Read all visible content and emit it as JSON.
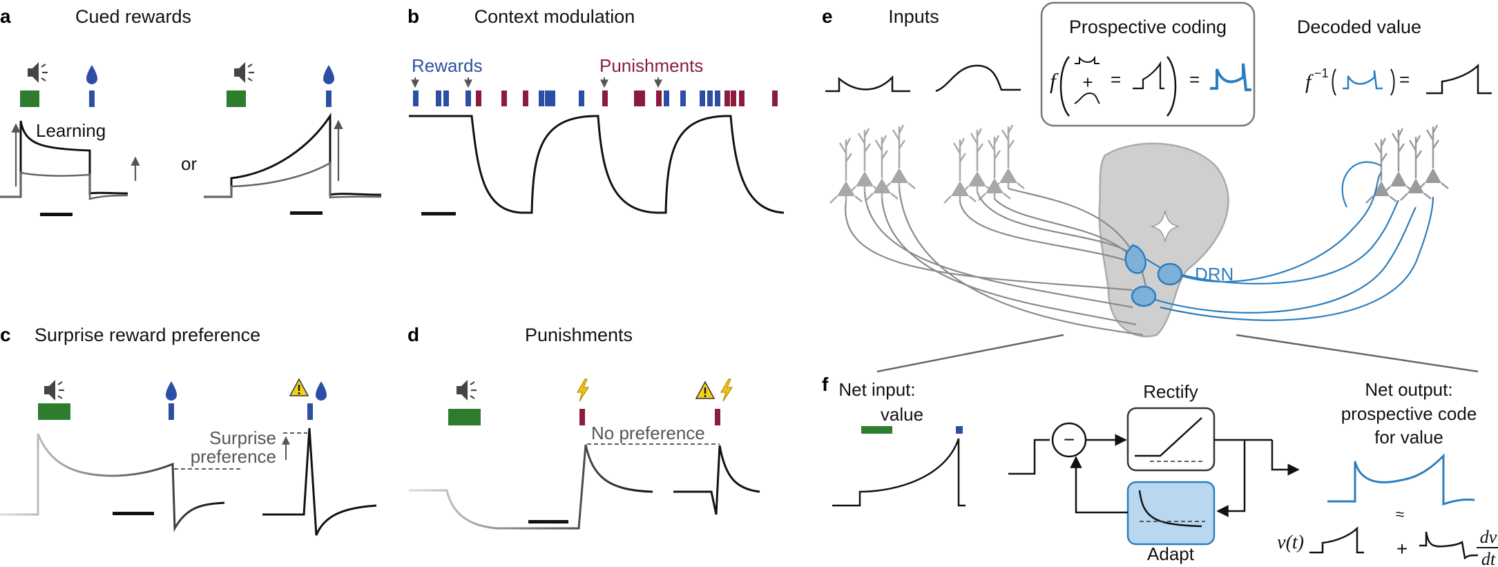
{
  "panels": {
    "a": {
      "letter": "a",
      "title": "Cued rewards",
      "learning": "Learning",
      "or": "or"
    },
    "b": {
      "letter": "b",
      "title": "Context modulation",
      "rewards": "Rewards",
      "punishments": "Punishments"
    },
    "c": {
      "letter": "c",
      "title": "Surprise reward preference",
      "surprise_1": "Surprise",
      "surprise_2": "preference"
    },
    "d": {
      "letter": "d",
      "title": "Punishments",
      "no_pref": "No preference"
    },
    "e": {
      "letter": "e",
      "inputs": "Inputs",
      "prospective": "Prospective coding",
      "decoded": "Decoded value",
      "f_symbol": "f",
      "plus": "+",
      "equals": "=",
      "finv": "f",
      "finv_exp": "−1",
      "drn": "DRN"
    },
    "f": {
      "letter": "f",
      "net_input_1": "Net input:",
      "net_input_2": "value",
      "rectify": "Rectify",
      "adapt": "Adapt",
      "minus": "−",
      "net_output_1": "Net output:",
      "net_output_2": "prospective code",
      "net_output_3": "for value",
      "approx": "≈",
      "vt": "v(t)",
      "plus": "+",
      "dv": "dv",
      "dt": "dt"
    }
  },
  "colors": {
    "blue": "#2d4fa3",
    "red": "#8c1c3a",
    "green": "#2e7d2e",
    "drn_blue": "#2a7ec0",
    "neuron_gray": "#a8a8a8",
    "adapt_fill": "#b9d7ee"
  }
}
